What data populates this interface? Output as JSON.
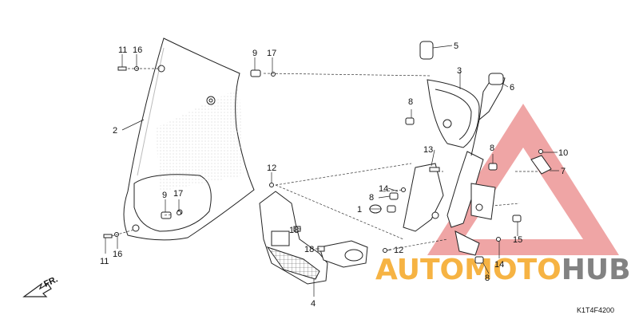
{
  "diagram": {
    "code": "K1T4F4200",
    "front_label": "FR.",
    "colors": {
      "line": "#222222",
      "watermark_red": "#e57373",
      "watermark_orange": "#f5a623",
      "watermark_grey": "#6d6d6d"
    },
    "watermark": {
      "auto": "AUTO",
      "moto": "MOTO",
      "hub": "HUB"
    },
    "callouts": {
      "c11a": "11",
      "c16a": "16",
      "c2": "2",
      "c9a": "9",
      "c17a": "17",
      "c9b": "9",
      "c17b": "17",
      "c11b": "11",
      "c16b": "16",
      "c12a": "12",
      "c12b": "12",
      "c14a": "14",
      "c8a": "8",
      "c1": "1",
      "c18a": "18",
      "c18b": "18",
      "c4": "4",
      "c5": "5",
      "c3": "3",
      "c6": "6",
      "c8b": "8",
      "c13": "13",
      "c8c": "8",
      "c10": "10",
      "c7": "7",
      "c15": "15",
      "c14b": "14",
      "c8d": "8"
    }
  }
}
